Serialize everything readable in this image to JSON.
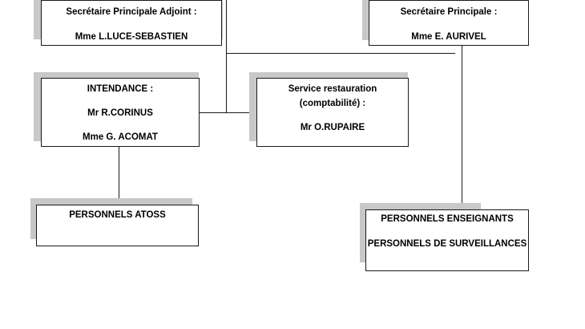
{
  "org_chart": {
    "secretaire_adjoint": {
      "title": "Secrétaire Principale Adjoint :",
      "name": "Mme L.LUCE-SEBASTIEN"
    },
    "secretaire_principale": {
      "title": "Secrétaire Principale :",
      "name": "Mme E. AURIVEL"
    },
    "intendance": {
      "title": "INTENDANCE :",
      "name_1": "Mr  R.CORINUS",
      "name_2": "Mme G. ACOMAT"
    },
    "service_restauration": {
      "title_line_1": "Service restauration",
      "title_line_2": "(comptabilité) :",
      "name": "Mr O.RUPAIRE"
    },
    "personnels_atoss": {
      "label": "PERSONNELS ATOSS"
    },
    "personnels_enseignants": {
      "label_1": "PERSONNELS ENSEIGNANTS",
      "label_2": "PERSONNELS DE SURVEILLANCES"
    }
  }
}
